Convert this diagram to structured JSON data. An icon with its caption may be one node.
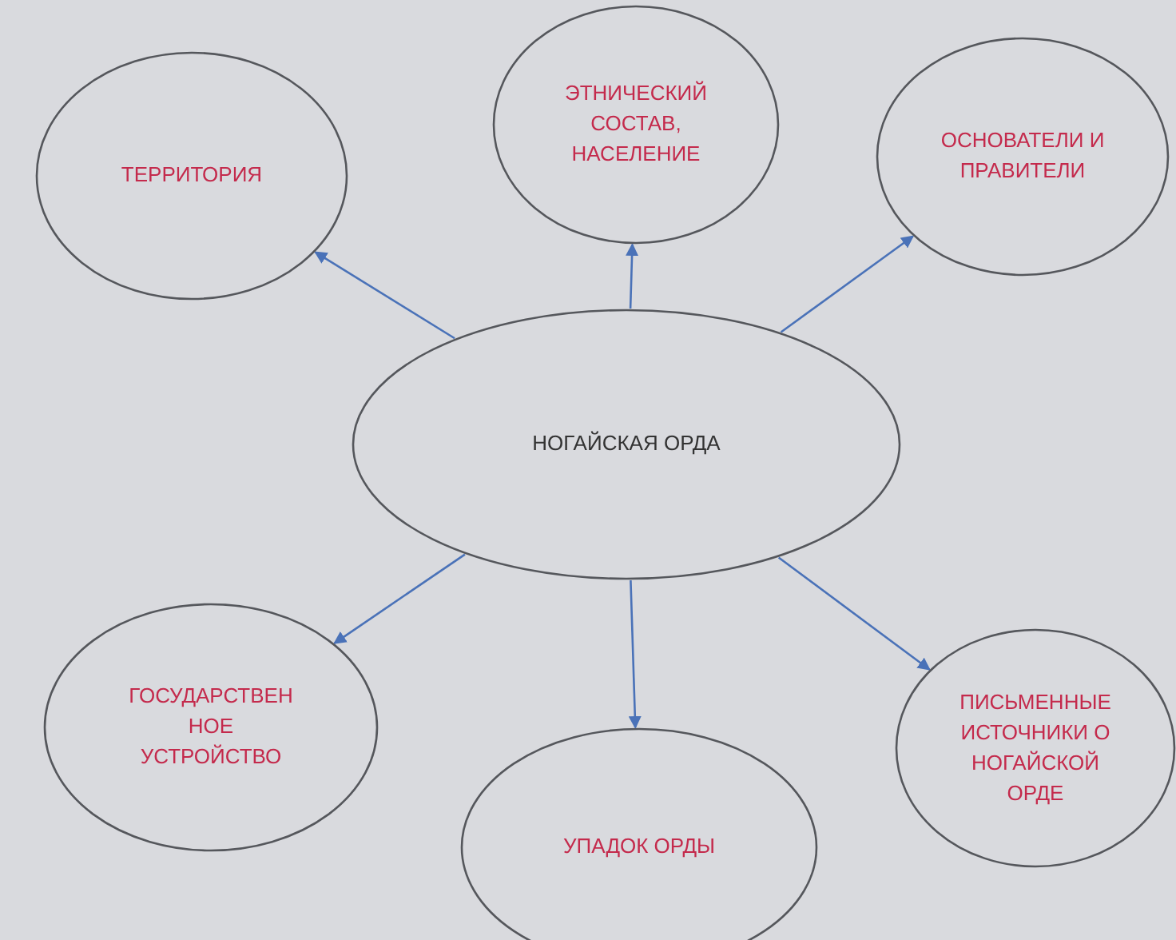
{
  "diagram": {
    "nodes": [
      {
        "text": [
          "ТЕРРИТОРИЯ"
        ]
      },
      {
        "text": [
          "ЭТНИЧЕСКИЙ СОСТАВ, НАСЕЛЕНИЕ"
        ]
      },
      {
        "text": [
          "ОСНОВАТЕЛИ И ПРАВИТЕЛИ"
        ]
      },
      {
        "text": [
          "НОГАЙСКАЯ ОРДА"
        ]
      },
      {
        "text": [
          "ГОСУДАРСТВЕН НОЕ УСТРОЙСТВО"
        ]
      },
      {
        "text": [
          "УПАДОК ОРДЫ"
        ]
      },
      {
        "text": [
          "ПИСЬМЕННЫЕ ИСТОЧНИКИ О НОГАЙСКОЙ ОРДЕ"
        ]
      }
    ],
    "edges": [
      {
        "from": 3,
        "to": 0,
        "arrow": "to"
      },
      {
        "from": 3,
        "to": 1,
        "arrow": "to"
      },
      {
        "from": 3,
        "to": 2,
        "arrow": "to"
      },
      {
        "from": 3,
        "to": 4,
        "arrow": "to"
      },
      {
        "from": 3,
        "to": 5,
        "arrow": "to"
      },
      {
        "from": 3,
        "to": 6,
        "arrow": "to"
      }
    ]
  }
}
